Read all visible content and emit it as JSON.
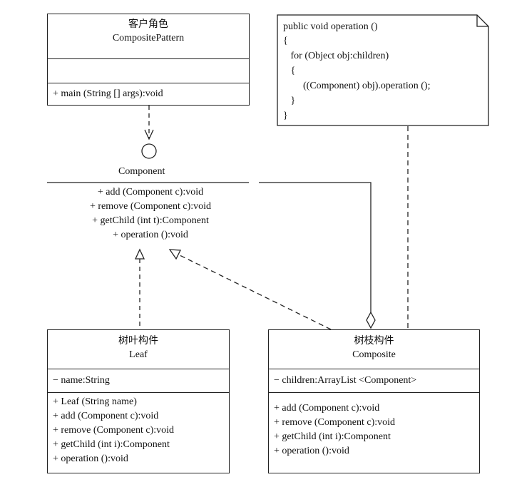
{
  "client": {
    "title_cn": "客户角色",
    "title_en": "CompositePattern",
    "methods": [
      "+ main (String [] args):void"
    ]
  },
  "note": {
    "code_lines": [
      "public void operation ()",
      "{",
      "   for (Object obj:children)",
      "   {",
      "        ((Component) obj).operation ();",
      "   }",
      "}"
    ]
  },
  "component": {
    "name": "Component",
    "operations": [
      "+ add (Component c):void",
      "+ remove (Component c):void",
      "+ getChild (int t):Component",
      "+ operation ():void"
    ]
  },
  "leaf": {
    "title_cn": "树叶构件",
    "title_en": "Leaf",
    "attributes": [
      "− name:String"
    ],
    "methods": [
      "+ Leaf (String name)",
      "+ add (Component c):void",
      "+ remove (Component c):void",
      "+ getChild (int i):Component",
      "+ operation ():void"
    ]
  },
  "composite": {
    "title_cn": "树枝构件",
    "title_en": "Composite",
    "attributes": [
      "− children:ArrayList <Component>"
    ],
    "methods": [
      "+ add (Component c):void",
      "+ remove (Component c):void",
      "+ getChild (int i):Component",
      "+ operation ():void"
    ]
  }
}
